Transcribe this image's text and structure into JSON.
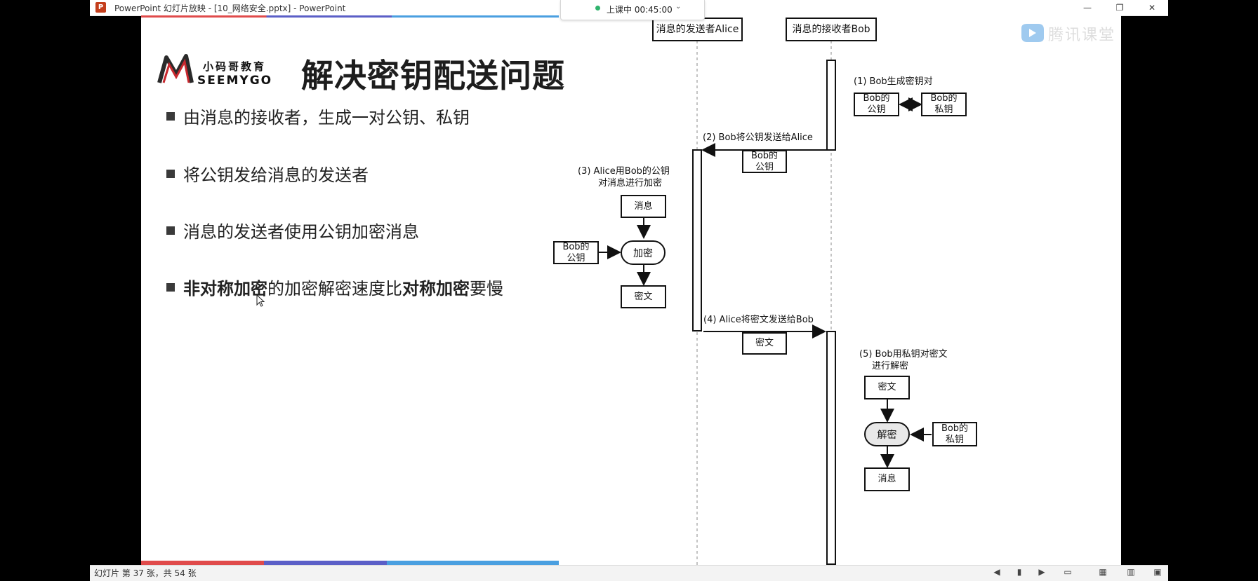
{
  "window": {
    "app_icon": "P",
    "title": "PowerPoint 幻灯片放映 - [10_网络安全.pptx] - PowerPoint",
    "controls": [
      "—",
      "❐",
      "✕"
    ]
  },
  "timer": {
    "label": "上课中 00:45:00",
    "chevron": "⌄"
  },
  "status": {
    "text": "幻灯片 第 37 张，共 54 张"
  },
  "colors": {
    "stripe_red": "#e04b4b",
    "stripe_blue": "#5b5fc7",
    "stripe_cyan": "#4a9fe0",
    "timer_dot": "#2fb36d"
  },
  "slide": {
    "logo": {
      "cn": "小码哥教育",
      "en": "SEEMYGO"
    },
    "title": "解决密钥配送问题",
    "watermark": "腾讯课堂",
    "bullets": {
      "b1": "由消息的接收者，生成一对公钥、私钥",
      "b2": "将公钥发给消息的发送者",
      "b3": "消息的发送者使用公钥加密消息",
      "b4_bold1": "非对称加密",
      "b4_text1": "的加密解密速度比",
      "b4_bold2": "对称加密",
      "b4_text2": "要慢"
    },
    "diagram": {
      "sender": "消息的发送者Alice",
      "receiver": "消息的接收者Bob",
      "step1": "(1) Bob生成密钥对",
      "bob_pub": [
        "Bob的",
        "公钥"
      ],
      "bob_priv": [
        "Bob的",
        "私钥"
      ],
      "step2": "(2) Bob将公钥发送给Alice",
      "step2_box": [
        "Bob的",
        "公钥"
      ],
      "step3": [
        "(3) Alice用Bob的公钥",
        "对消息进行加密"
      ],
      "msg1": "消息",
      "encrypt": "加密",
      "alice_key": [
        "Bob的",
        "公钥"
      ],
      "cipher1": "密文",
      "step4": "(4) Alice将密文发送给Bob",
      "step4_box": "密文",
      "step5": [
        "(5) Bob用私钥对密文",
        "进行解密"
      ],
      "cipher2": "密文",
      "decrypt": "解密",
      "bob_priv2": [
        "Bob的",
        "私钥"
      ],
      "msg2": "消息"
    }
  }
}
